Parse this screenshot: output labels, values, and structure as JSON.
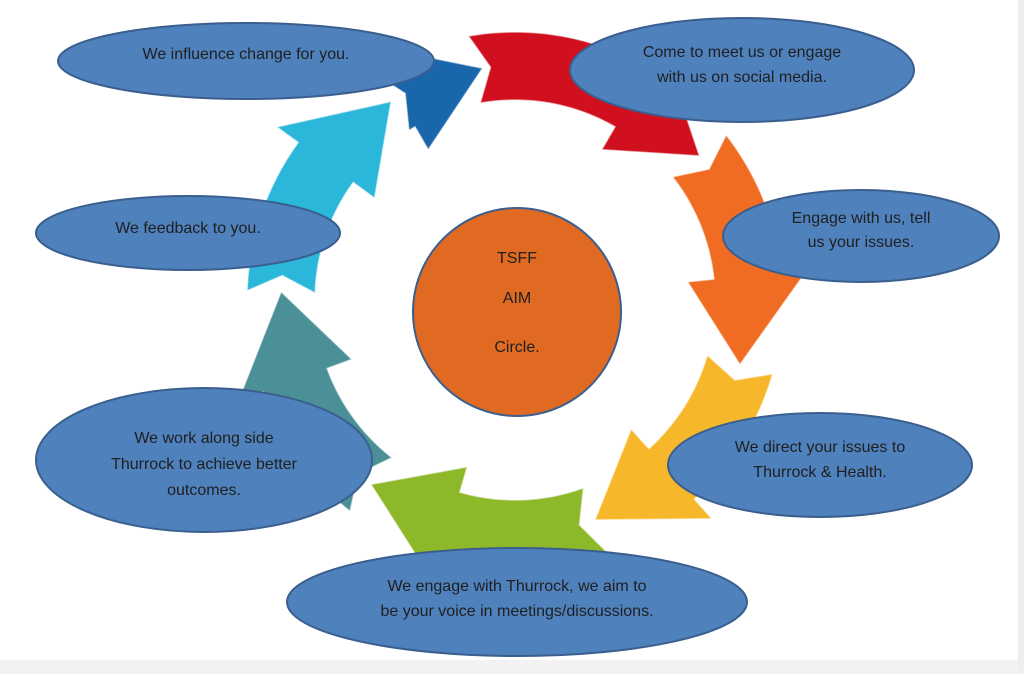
{
  "center": {
    "lines": [
      "TSFF",
      "AIM",
      "Circle."
    ],
    "fill": "#E06A22"
  },
  "steps": [
    {
      "id": "come-to-meet",
      "lines": [
        "Come to meet us or engage",
        "with us on social media."
      ],
      "arrow_color": "#D0101E"
    },
    {
      "id": "engage-tell-issues",
      "lines": [
        "Engage with us, tell",
        "us your issues."
      ],
      "arrow_color": "#F06C22"
    },
    {
      "id": "direct-issues",
      "lines": [
        "We direct your issues to",
        "Thurrock & Health."
      ],
      "arrow_color": "#F6B82A"
    },
    {
      "id": "engage-thurrock",
      "lines": [
        "We engage with Thurrock, we aim to",
        "be your voice in meetings/discussions."
      ],
      "arrow_color": "#8DB82A"
    },
    {
      "id": "work-alongside",
      "lines": [
        "We work along side",
        "Thurrock to achieve better",
        "outcomes."
      ],
      "arrow_color": "#4A9096"
    },
    {
      "id": "feedback",
      "lines": [
        "We feedback to you."
      ],
      "arrow_color": "#2BB7D9"
    },
    {
      "id": "influence-change",
      "lines": [
        "We influence change for you."
      ],
      "arrow_color": "#1A66AA"
    }
  ],
  "colors": {
    "ellipse_fill": "#4F81BD",
    "ellipse_stroke": "#3A5F8E",
    "text": "#1F1F1F"
  }
}
